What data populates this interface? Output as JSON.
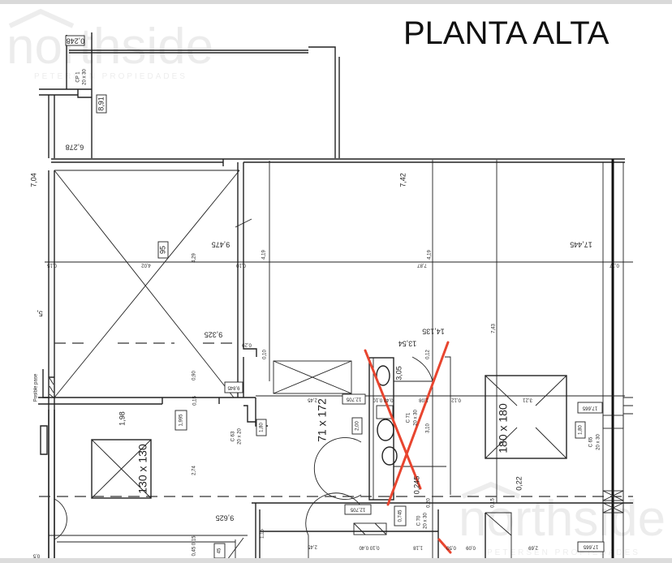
{
  "title": "PLANTA ALTA",
  "watermark": {
    "brand": "northside",
    "tagline": "PETERSEN PROPIEDADES"
  },
  "colors": {
    "markup_cross": "#e8452f",
    "lines": "#222222"
  },
  "dims": [
    "0,248",
    "CP 1",
    "20 x 30",
    "8,91",
    "6,278",
    "7,04",
    "7,42",
    "9,475",
    "95",
    "17,445",
    "0,15",
    "4,02",
    "4,29",
    "0,10",
    "4,19",
    "7,87",
    "4,19",
    "0,17",
    "5,",
    "9,325",
    "0,29",
    "0,10",
    "14,135",
    "13,54",
    "0,12",
    "3,05",
    "7,43",
    "0,90",
    "Posible pase",
    "9,845",
    "2,45",
    "12,705",
    "0,40 0,10",
    "1,08",
    "0,12",
    "3,21",
    "17,665",
    "1,98",
    "1,995",
    "C 63",
    "20 x 20",
    "1,80",
    "71 x 172",
    "2,00",
    "C 71",
    "20 x 30",
    "3,10",
    "180 x 180",
    "1,80",
    "C 65",
    "20 x 30",
    "130 x 130",
    "2,74",
    "0,245",
    "0,22",
    "0,20",
    "0,15",
    "9,625",
    "12,705",
    "0,745",
    "C 70",
    "20 x 30",
    "1,15",
    "0,45 0,15",
    "45",
    "0,10 0,40",
    "1,18",
    "0,50",
    "0,09",
    "2,69",
    "17,665",
    "0,5",
    "2,45",
    "0,15"
  ]
}
